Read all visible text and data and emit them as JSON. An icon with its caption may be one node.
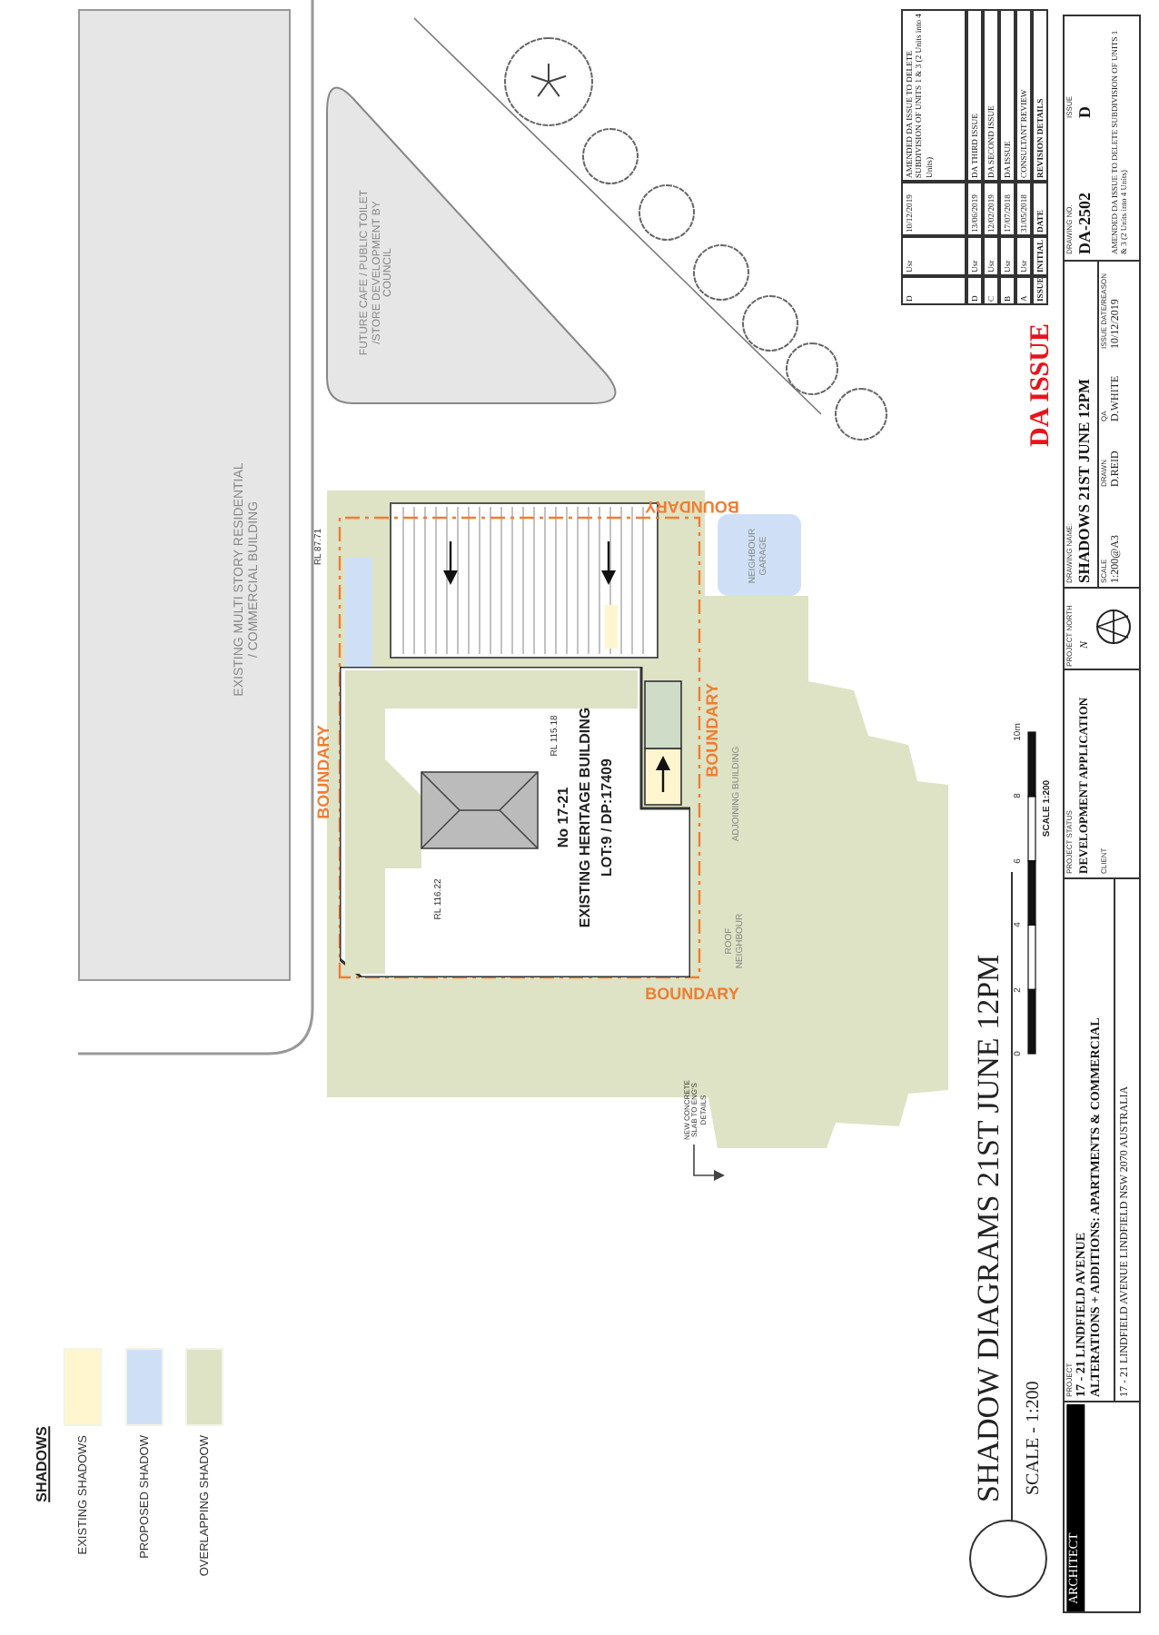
{
  "diagram": {
    "title": "SHADOW DIAGRAMS 21ST JUNE 12PM",
    "nodes": [
      {
        "text": [
          "EXISTING MULTI STORY RESIDENTIAL / COMMERCIAL BUILDING"
        ]
      },
      {
        "text": [
          "FUTURE CAFE / PUBLIC TOILET /STORE DEVELOPMENT BY COUNCIL"
        ]
      },
      {
        "text": [
          "No 17-21",
          "EXISTING HERITAGE BUILDING",
          "LOT:9 / DP:17409"
        ]
      }
    ],
    "labels": [
      "SHADOWS",
      "RL 87.71",
      "BOUNDARY",
      "NEIGHBOUR GARAGE",
      "BOUNDARY",
      "RL 115.18",
      "BOUNDARY",
      "ADJOINING BUILDING",
      "RL 116.22",
      "ROOF NEIGHBOUR",
      "BOUNDARY",
      "NEW CONCRETE SLAB TO ENG'S DETAILS",
      "SCALE - 1:200",
      "0",
      "2",
      "4",
      "6",
      "8",
      "10m",
      "SCALE 1:200",
      "DA ISSUE",
      "ARCHITECT",
      "PROJECT",
      "17 - 21 LINDFIELD AVENUE",
      "ALTERATIONS + ADDITIONS: APARTMENTS & COMMERCIAL",
      "17 - 21 LINDFIELD AVENUE LINDFIELD NSW 2070 AUSTRALIA",
      "PROJECT STATUS",
      "DEVELOPMENT APPLICATION",
      "CLIENT",
      "PROJECT NORTH",
      "N",
      "DRAWING NAME:",
      "SHADOWS 21ST JUNE 12PM",
      "SCALE",
      "1:200@A3",
      "DRAWN",
      "D.REID",
      "QA",
      "D.WHITE",
      "ISSUE DATE/REASON",
      "10/12/2019",
      "DRAWING NO.",
      "DA-2502",
      "ISSUE",
      "D",
      "AMENDED DA ISSUE TO DELETE SUBDIVISION OF UNITS 1 & 3 (2 Units into 4 Units)",
      "D",
      "Usr",
      "10/12/2019",
      "AMENDED DA ISSUE TO DELETE SUBDIVISION OF UNITS 1 & 3 (2 Units into 4 Units)",
      "D",
      "Usr",
      "13/06/2019",
      "DA THIRD ISSUE",
      "C",
      "Usr",
      "12/02/2019",
      "DA SECOND ISSUE",
      "B",
      "Usr",
      "17/07/2018",
      "DA ISSUE",
      "A",
      "Usr",
      "31/05/2018",
      "CONSULTANT REVIEW",
      "ISSUE",
      "INITIAL",
      "DATE",
      "REVISION DETAILS"
    ],
    "legend": [
      {
        "text": "EXISTING SHADOWS",
        "color": "#fff6cf"
      },
      {
        "text": "PROPOSED SHADOW",
        "color": "#cfe0f6"
      },
      {
        "text": "OVERLAPPING SHADOW",
        "color": "#dde3c4"
      }
    ]
  }
}
